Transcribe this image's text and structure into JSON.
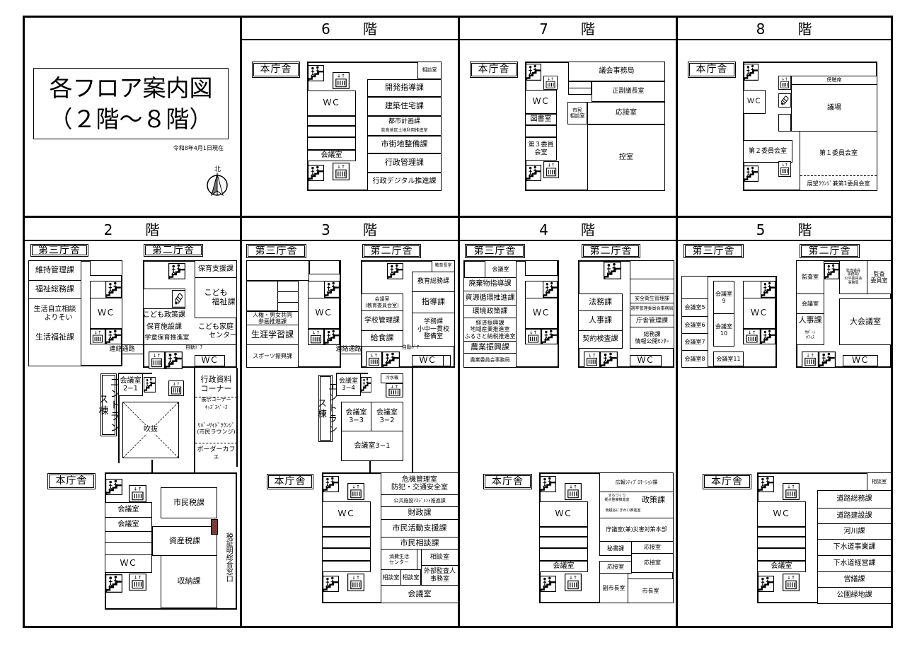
{
  "title": {
    "line1": "各フロア案内図",
    "line2": "（２階～８階）",
    "date": "令和8年4月1日現在",
    "north": "北"
  },
  "floor_headers": {
    "f6": "6　　階",
    "f7": "7　　階",
    "f8": "8　　階",
    "f2": "2　　階",
    "f3": "3　　階",
    "f4": "4　　階",
    "f5": "5　　階"
  },
  "f6": {
    "building": "本庁舎",
    "rooms": [
      "相談室",
      "開発指導課",
      "建築住宅課",
      "都市計画課",
      "荻島地区土地利用推進室",
      "市街地整備課",
      "行政管理課",
      "行政デジタル推進課",
      "ＷＣ",
      "会議室"
    ]
  },
  "f7": {
    "building": "本庁舎",
    "rooms": [
      "議会事務局",
      "正副議長室",
      "市民\n相談室",
      "応接室",
      "控室",
      "ＷＣ",
      "図書室",
      "第３委員会室"
    ]
  },
  "f8": {
    "building": "本庁舎",
    "rooms": [
      "傍聴席",
      "議場",
      "ＷＣ",
      "第２委員会室",
      "第１委員会室",
      "展望ﾗｳﾝｼﾞ兼第1委員会室"
    ]
  },
  "f2": {
    "buildings": [
      "第三庁舎",
      "第二庁舎",
      "エントランス棟",
      "本庁舎"
    ],
    "rooms": [
      "維持管理課",
      "福祉総務課",
      "生活自立相談\n　よりそい",
      "生活福祉課",
      "ＷＣ",
      "保育支援課",
      "こども\n　　福祉課",
      "こども政策課",
      "保育施設課",
      "学童保育推進室",
      "こども家庭\n　　センター",
      "連絡通路",
      "自動ﾄﾞｱ",
      "ＷＣ",
      "会議室\n2−1",
      "吹抜",
      "行政資料\nコーナー",
      "展示コーナー",
      "ｷｯｽﾞｽﾍﾟｰｽ",
      "ﾘﾊﾞｰｻｲﾄﾞﾗｳﾝｼﾞ\n(市民ラウンジ)",
      "ボーダーカフェ",
      "会議室",
      "会議室",
      "ＷＣ",
      "市民税課",
      "資産税課",
      "収納課",
      "税証明総合窓口"
    ]
  },
  "f3": {
    "buildings": [
      "第三庁舎",
      "第二庁舎",
      "エントランス棟",
      "本庁舎"
    ],
    "rooms": [
      "人権・男女共同\n参画推進課",
      "生涯学習課",
      "スポーツ振興課",
      "ＷＣ",
      "教育長室",
      "教育総務課",
      "会議室\n(教育委員会室)",
      "指導課",
      "学校管理課",
      "学務課\n小中一貫校\n整備室",
      "給食課",
      "連絡通路",
      "自動ﾄﾞｱ",
      "ＷＣ",
      "会議室\n3−4",
      "冷水機",
      "会議室\n3−3",
      "会議室\n3−2",
      "会議室3−1",
      "危機管理室\n防犯・交通安全室",
      "公共施設ﾏﾈｼﾞﾒﾝﾄ推進課",
      "財政課",
      "市民活動支援課",
      "市民相談課",
      "消費生活\nセンター",
      "相談室",
      "外部監査人\n事務室",
      "相談室",
      "相談室",
      "会議室",
      "ＷＣ"
    ]
  },
  "f4": {
    "buildings": [
      "第三庁舎",
      "第二庁舎",
      "本庁舎"
    ],
    "rooms": [
      "会議室",
      "廃棄物指導課",
      "資源循環推進課",
      "環境政策課",
      "経済振興課\n地域産業推進室\nふるさと納税推進室",
      "農業振興課",
      "農業委員会事務局",
      "ＷＣ",
      "法務課",
      "人事課",
      "契約検査課",
      "安全衛生管理課",
      "選挙管理委員会事務局",
      "庁舎管理課",
      "総務課\n情報公開ｾﾝﾀｰ",
      "ＷＣ",
      "広報ｼﾃｨﾌﾟﾛﾓｰｼｮﾝ課",
      "まちづくり\n拠点整備推進室",
      "政策課",
      "南越谷にぎわい推進室",
      "庁議室(兼)災害対策本部",
      "秘書課",
      "応接室",
      "応接室",
      "応接室",
      "副市長室",
      "市長室",
      "ＷＣ",
      "会議室"
    ]
  },
  "f5": {
    "buildings": [
      "第三庁舎",
      "第二庁舎",
      "本庁舎"
    ],
    "rooms": [
      "会議室5",
      "会議室6",
      "会議室7",
      "会議室8",
      "会議室\n9",
      "会議室\n10",
      "会議室11",
      "ＷＣ",
      "監査室",
      "監査委員\n事務局/\n公平委員会\n事務局",
      "監査\n委員室",
      "会議室",
      "人事課",
      "ｻﾎﾟｰﾄ\nｵﾌｨｽ",
      "大会議室",
      "ＷＣ",
      "相談室",
      "道路総務課",
      "道路建設課",
      "河川課",
      "下水道事業課",
      "下水道経営課",
      "営繕課",
      "公園緑地課",
      "ＷＣ",
      "会議室"
    ]
  },
  "colors": {
    "tax_window_marker": "#7a3b3b",
    "lines": "#000000"
  },
  "icons": [
    "stairs-icon",
    "elevator-icon",
    "nursing-room-icon",
    "north-compass-icon"
  ]
}
